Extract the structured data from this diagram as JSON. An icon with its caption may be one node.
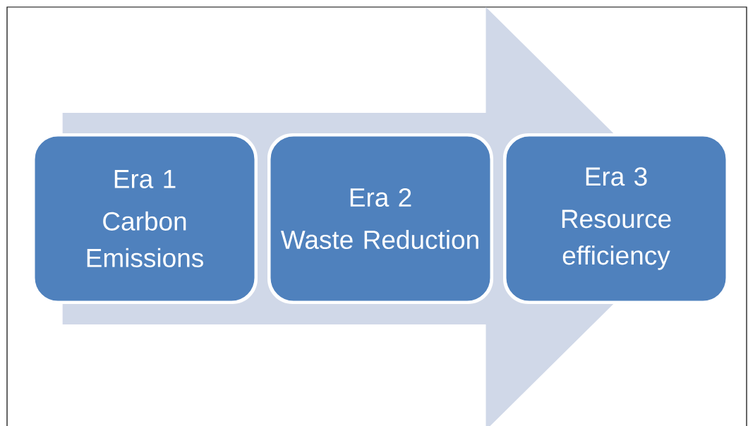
{
  "diagram": {
    "nodes": [
      {
        "text": [
          "Era 1",
          "Carbon Emissions"
        ]
      },
      {
        "text": [
          "Era 2",
          "Waste Reduction"
        ]
      },
      {
        "text": [
          "Era 3",
          "Resource efficiency"
        ]
      }
    ],
    "edges": [
      {
        "from": 0,
        "to": 2,
        "arrow": "to"
      }
    ]
  }
}
